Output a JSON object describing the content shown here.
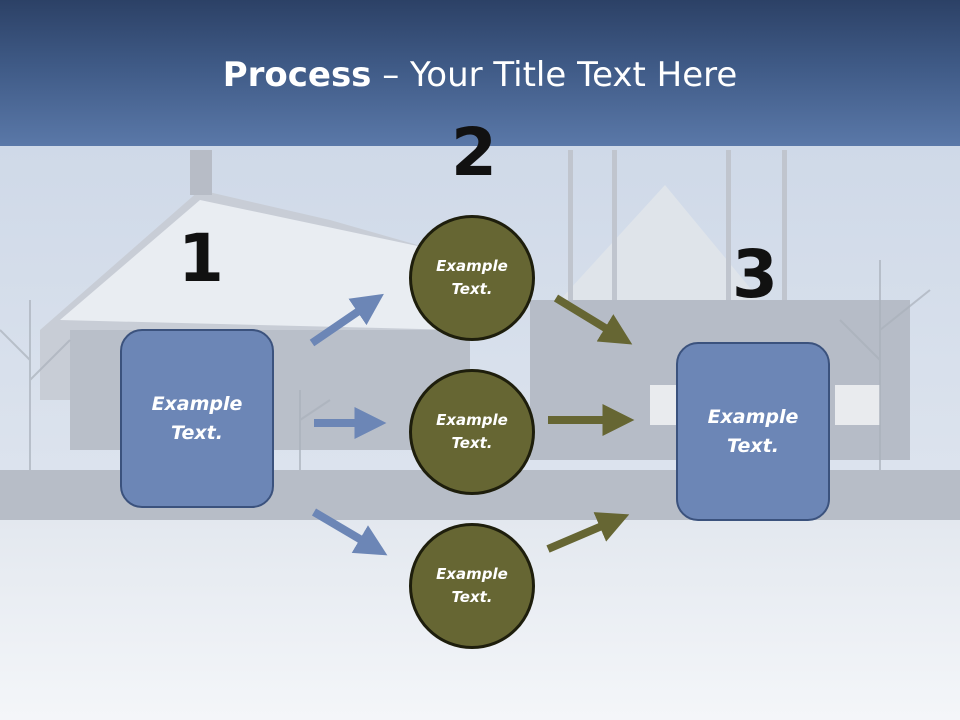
{
  "slide": {
    "title_bold": "Process",
    "title_rest": " – Your Title Text Here"
  },
  "steps": {
    "one": "1",
    "two": "2",
    "three": "3"
  },
  "source_box": {
    "label": "Example Text."
  },
  "middle_circles": [
    {
      "label": "Example Text."
    },
    {
      "label": "Example Text."
    },
    {
      "label": "Example Text."
    }
  ],
  "target_box": {
    "label": "Example Text."
  },
  "colors": {
    "header": "#3f5a86",
    "box_fill": "#6c86b6",
    "box_border": "#3b527d",
    "circle_fill": "#666633",
    "circle_border": "#1e1e0c",
    "arrow_blue": "#6c86b6",
    "arrow_olive": "#666633"
  }
}
